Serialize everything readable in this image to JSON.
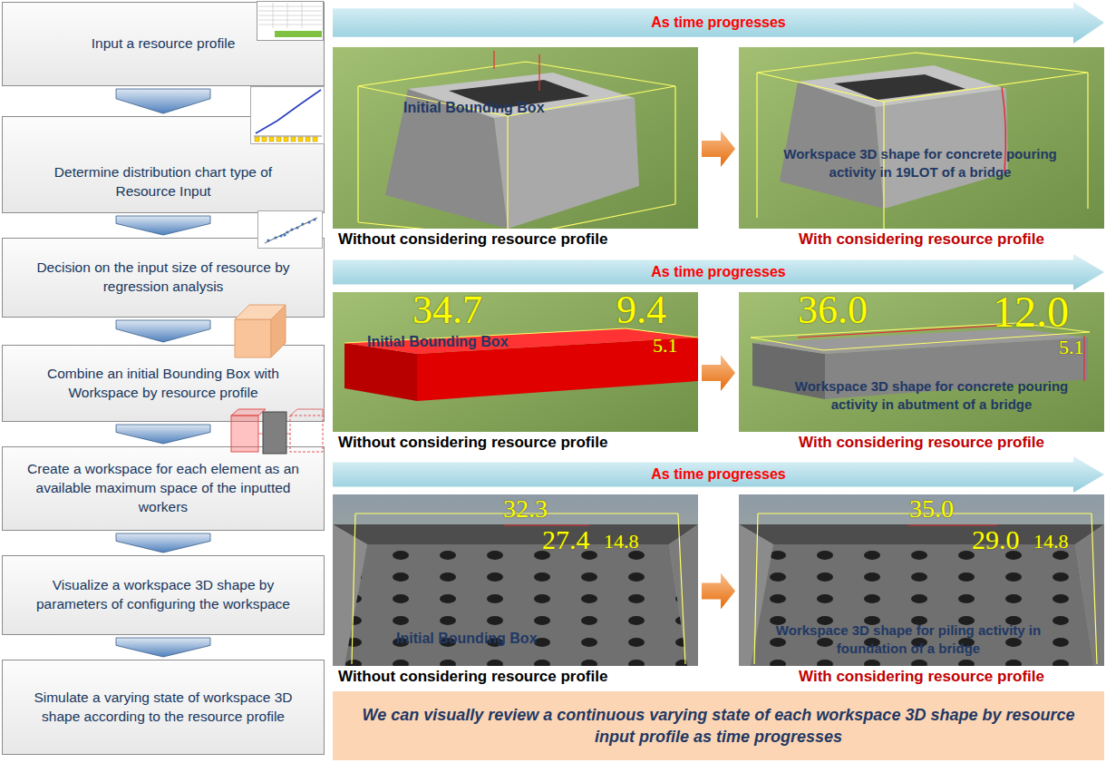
{
  "diagram": {
    "nodes": [
      {
        "text": [
          "Input a resource profile"
        ]
      },
      {
        "text": [
          "Determine distribution chart type of Resource Input"
        ]
      },
      {
        "text": [
          "Decision on the input size of resource by regression analysis"
        ]
      },
      {
        "text": [
          "Combine an initial Bounding Box with Workspace by resource profile"
        ]
      },
      {
        "text": [
          "Create a workspace for each element as an available maximum space of the inputted workers"
        ]
      },
      {
        "text": [
          "Visualize a workspace 3D shape by parameters of configuring the workspace"
        ]
      },
      {
        "text": [
          "Simulate a varying state of workspace 3D shape according to the resource profile"
        ]
      },
      {
        "text": [
          "As time progresses"
        ]
      },
      {
        "text": [
          "Initial Bounding Box",
          "Without considering resource profile"
        ]
      },
      {
        "text": [
          "Workspace 3D shape for concrete pouring activity in 19LOT of a bridge",
          "With considering resource profile"
        ]
      },
      {
        "text": [
          "As time progresses"
        ]
      },
      {
        "text": [
          "Initial Bounding Box",
          "Without considering resource profile"
        ]
      },
      {
        "text": [
          "Workspace 3D shape for concrete pouring activity in abutment of a bridge",
          "With considering resource profile"
        ]
      },
      {
        "text": [
          "As time progresses"
        ]
      },
      {
        "text": [
          "Initial Bounding Box",
          "Without considering resource profile"
        ]
      },
      {
        "text": [
          "Workspace 3D shape for piling activity in foundation of a bridge",
          "With considering resource profile"
        ]
      },
      {
        "text": [
          "We can visually review a continuous varying state of each workspace 3D shape by resource input profile as time progresses"
        ]
      }
    ],
    "edges": [
      {
        "from": 0,
        "to": 1,
        "arrow": "to"
      },
      {
        "from": 1,
        "to": 2,
        "arrow": "to"
      },
      {
        "from": 2,
        "to": 3,
        "arrow": "to"
      },
      {
        "from": 3,
        "to": 4,
        "arrow": "to"
      },
      {
        "from": 4,
        "to": 5,
        "arrow": "to"
      },
      {
        "from": 5,
        "to": 6,
        "arrow": "to"
      },
      {
        "from": 8,
        "to": 9,
        "arrow": "to"
      },
      {
        "from": 11,
        "to": 12,
        "arrow": "to"
      },
      {
        "from": 14,
        "to": 15,
        "arrow": "to"
      }
    ],
    "labels": [
      "34.7",
      "9.4",
      "5.1",
      "36.0",
      "12.0",
      "5.1",
      "32.3",
      "27.4",
      "14.8",
      "35.0",
      "29.0",
      "14.8"
    ]
  }
}
